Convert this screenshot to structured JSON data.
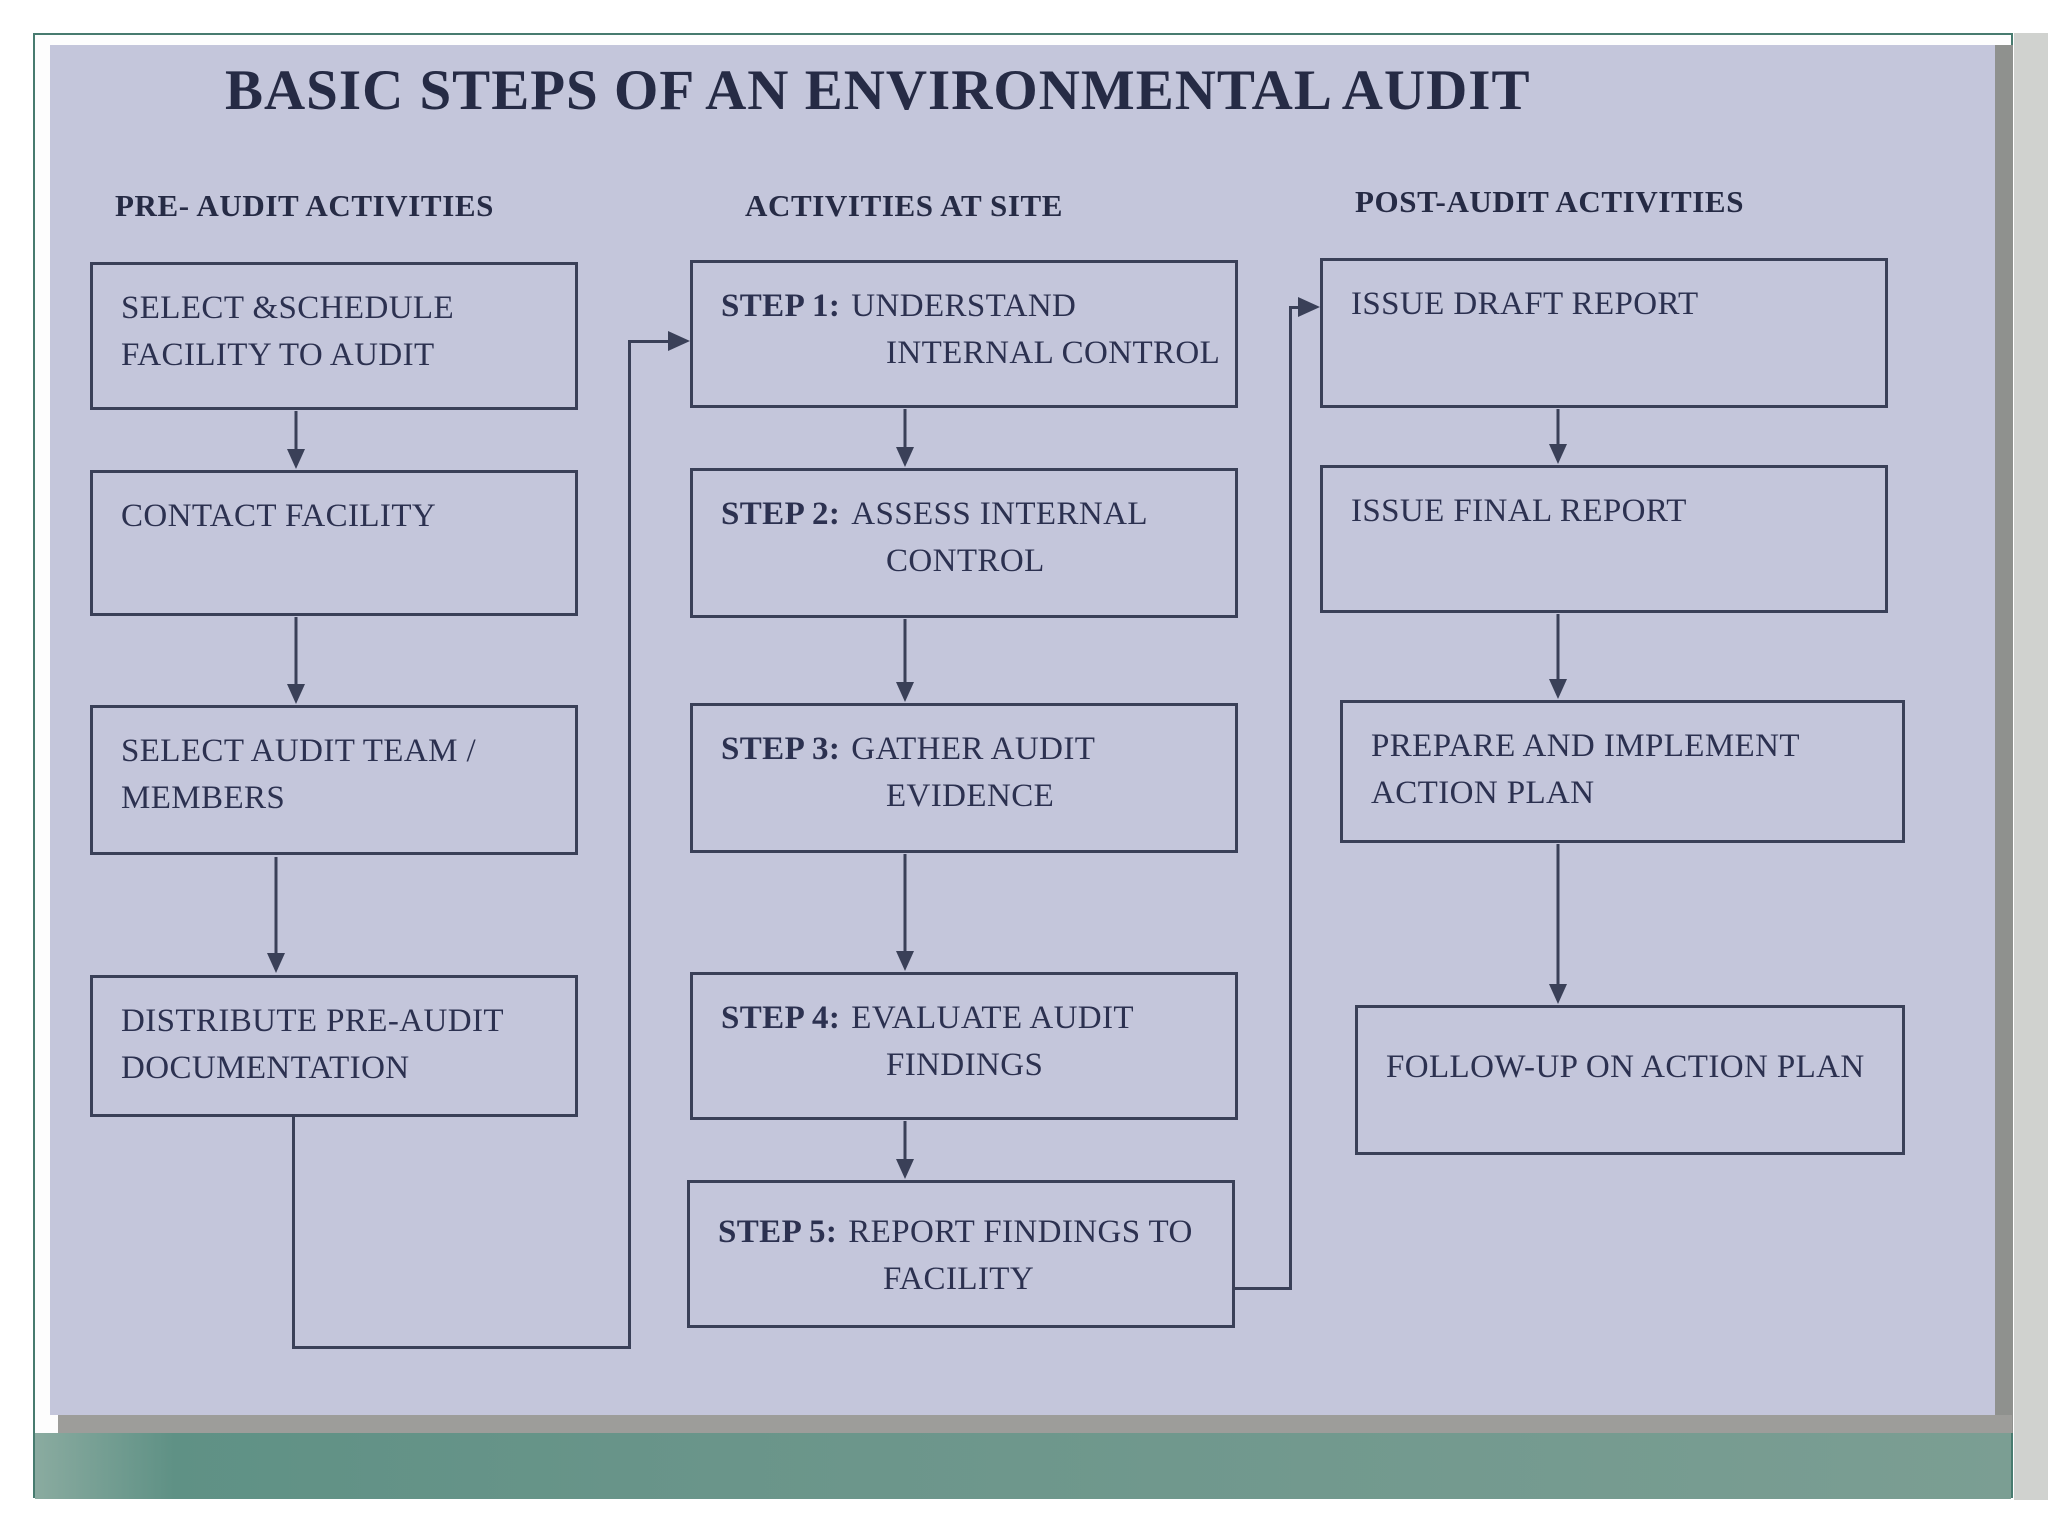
{
  "title": "BASIC STEPS OF AN ENVIRONMENTAL AUDIT",
  "colors": {
    "panel_background": "#c4c6db",
    "line_and_border": "#3a4058",
    "frame_green": "#477b6f",
    "teal_band": "#6a958a",
    "text": "#2c3150"
  },
  "columns": [
    {
      "header": "PRE- AUDIT ACTIVITIES",
      "boxes": [
        {
          "lines": [
            "SELECT &SCHEDULE",
            "FACILITY TO AUDIT"
          ]
        },
        {
          "lines": [
            "CONTACT FACILITY"
          ]
        },
        {
          "lines": [
            "SELECT AUDIT TEAM /",
            "MEMBERS"
          ]
        },
        {
          "lines": [
            "DISTRIBUTE PRE-AUDIT",
            "DOCUMENTATION"
          ]
        }
      ]
    },
    {
      "header": "ACTIVITIES AT SITE",
      "boxes": [
        {
          "prefix": "STEP 1:",
          "lines": [
            "UNDERSTAND",
            "INTERNAL CONTROL"
          ]
        },
        {
          "prefix": "STEP 2:",
          "lines": [
            "ASSESS INTERNAL",
            "CONTROL"
          ]
        },
        {
          "prefix": "STEP 3:",
          "lines": [
            "GATHER AUDIT",
            "EVIDENCE"
          ]
        },
        {
          "prefix": "STEP 4:",
          "lines": [
            "EVALUATE AUDIT",
            "FINDINGS"
          ]
        },
        {
          "prefix": "STEP 5:",
          "lines": [
            "REPORT FINDINGS TO",
            "FACILITY"
          ]
        }
      ]
    },
    {
      "header": "POST-AUDIT ACTIVITIES",
      "boxes": [
        {
          "lines": [
            "ISSUE DRAFT REPORT"
          ]
        },
        {
          "lines": [
            "ISSUE FINAL REPORT"
          ]
        },
        {
          "lines": [
            "PREPARE AND IMPLEMENT",
            "ACTION PLAN"
          ]
        },
        {
          "lines": [
            "FOLLOW-UP ON ACTION PLAN"
          ]
        }
      ]
    }
  ]
}
